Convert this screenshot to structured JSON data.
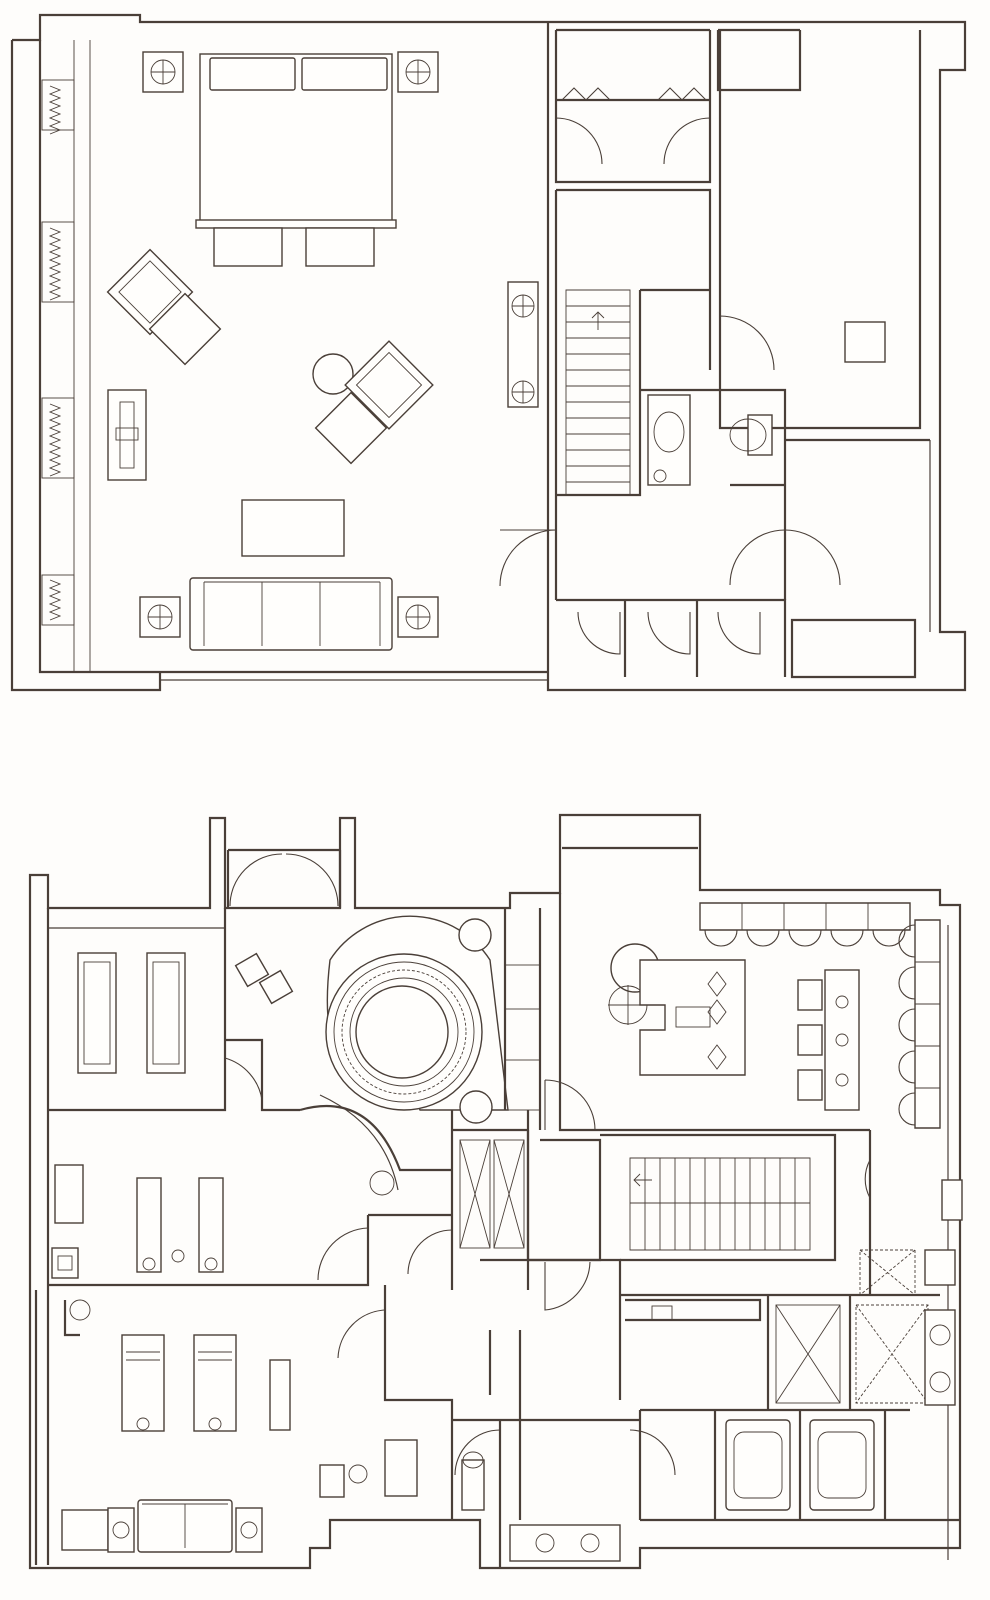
{
  "drawing": {
    "type": "architectural floor plan",
    "line_color": "#4a3f38",
    "background": "#fefdfb",
    "plans": [
      {
        "id": "upper-floor",
        "rooms": [
          "bedroom-lounge",
          "closet",
          "stair",
          "bath",
          "wardrobe-room",
          "storage"
        ]
      },
      {
        "id": "lower-floor",
        "rooms": [
          "yoga-room",
          "foyer",
          "jacuzzi",
          "treatment-room",
          "massage-suite",
          "lounge",
          "bar",
          "shower",
          "powder-room"
        ]
      }
    ]
  }
}
